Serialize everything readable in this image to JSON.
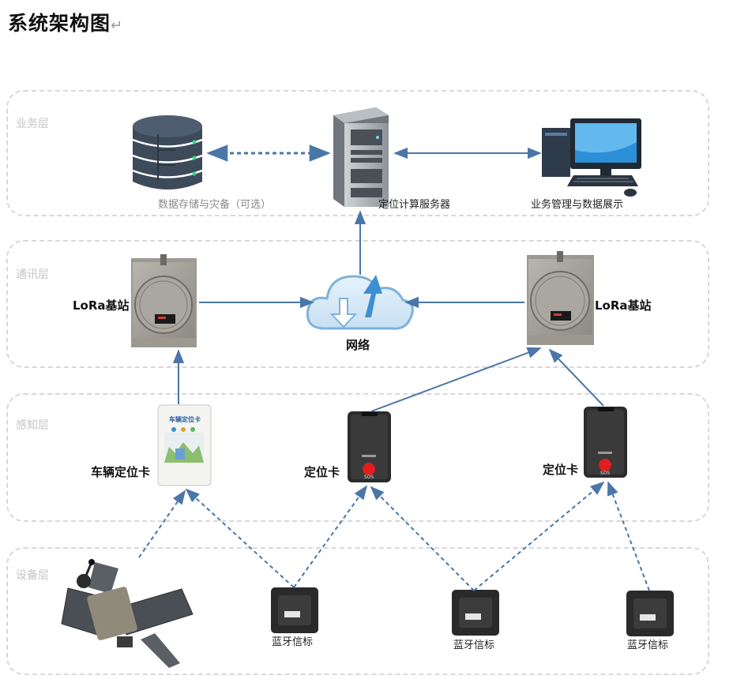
{
  "title": "系统架构图",
  "title_return_mark": "↵",
  "layers": {
    "business": "业务层",
    "communication": "通讯层",
    "perception": "感知层",
    "device": "设备层"
  },
  "nodes": {
    "storage": "数据存储与灾备（可选）",
    "server": "定位计算服务器",
    "display": "业务管理与数据展示",
    "base_left": "LoRa基站",
    "base_right": "LoRa基站",
    "network": "网络",
    "vehicle_card": "车辆定位卡",
    "card_mid": "定位卡",
    "card_right": "定位卡",
    "beacon1": "蓝牙信标",
    "beacon2": "蓝牙信标",
    "beacon3": "蓝牙信标"
  },
  "device_text": {
    "vehicle_card_header": "车辆定位卡",
    "card_sos": "SOS"
  },
  "colors": {
    "arrow": "#4a76a8",
    "layer_border": "#d8d8d8",
    "layer_label": "#c4c4c4"
  }
}
